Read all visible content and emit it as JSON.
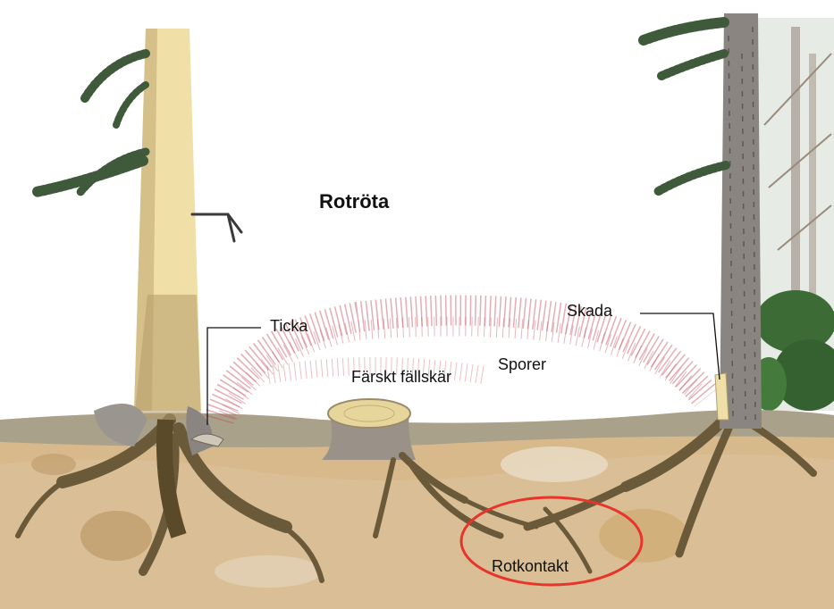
{
  "diagram": {
    "title": "Rotröta",
    "labels": {
      "ticka": "Ticka",
      "skada": "Skada",
      "sporer": "Sporer",
      "farskt_fallskar": "Färskt fällskär",
      "rotkontakt": "Rotkontakt"
    },
    "colors": {
      "sky": "#ffffff",
      "soil": "#d8b98c",
      "soil_dark": "#b8935f",
      "grass": "#9a9a8a",
      "bark": "#8a8580",
      "trunk_inner": "#f0e0a8",
      "root": "#6b5a3a",
      "spores": "#c44b58",
      "highlight_ring": "#e8342a",
      "needles": "#3f5a3a",
      "bushes": "#3d6b35"
    }
  }
}
